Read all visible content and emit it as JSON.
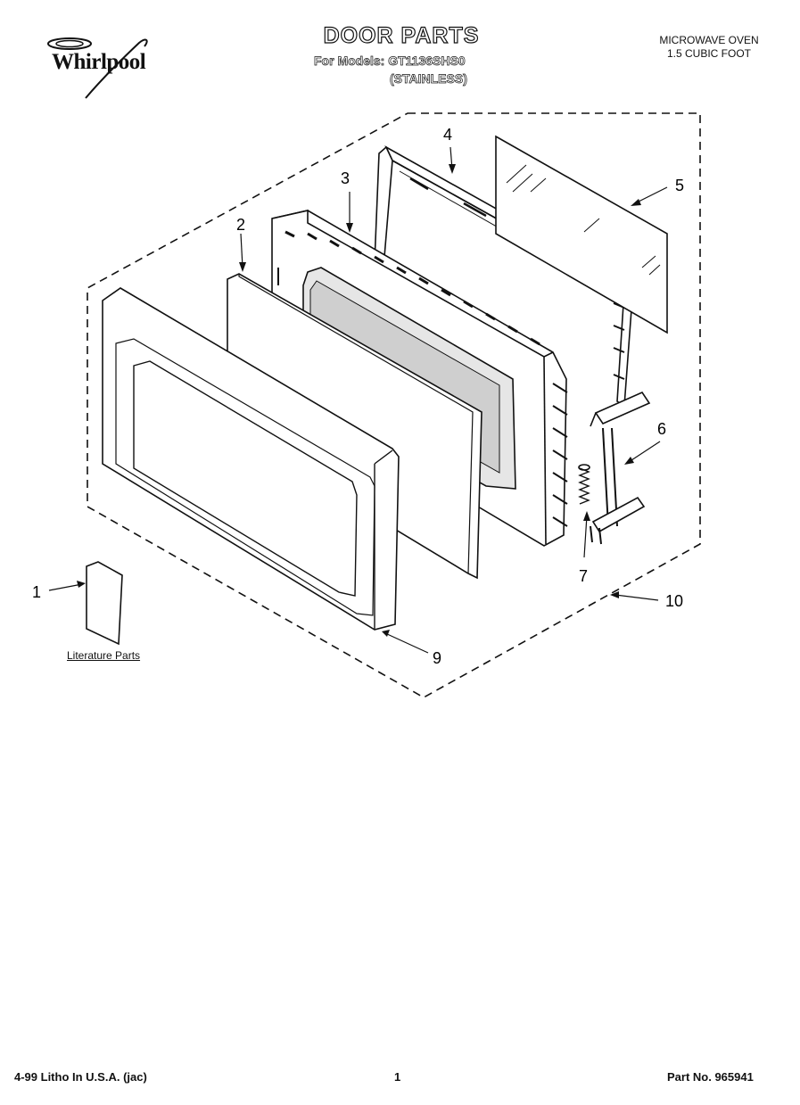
{
  "header": {
    "brand": "Whirlpool",
    "title": "DOOR PARTS",
    "models_line": "For Models: GT1136SHS0",
    "variant": "(STAINLESS)",
    "product_line1": "MICROWAVE OVEN",
    "product_line2": "1.5 CUBIC FOOT"
  },
  "callouts": {
    "c1": "1",
    "c2": "2",
    "c3": "3",
    "c4": "4",
    "c5": "5",
    "c6": "6",
    "c7": "7",
    "c9": "9",
    "c10": "10"
  },
  "literature_label": "Literature Parts",
  "footer": {
    "left": "4-99 Litho In U.S.A. (jac)",
    "page": "1",
    "part": "Part No. 965941"
  }
}
